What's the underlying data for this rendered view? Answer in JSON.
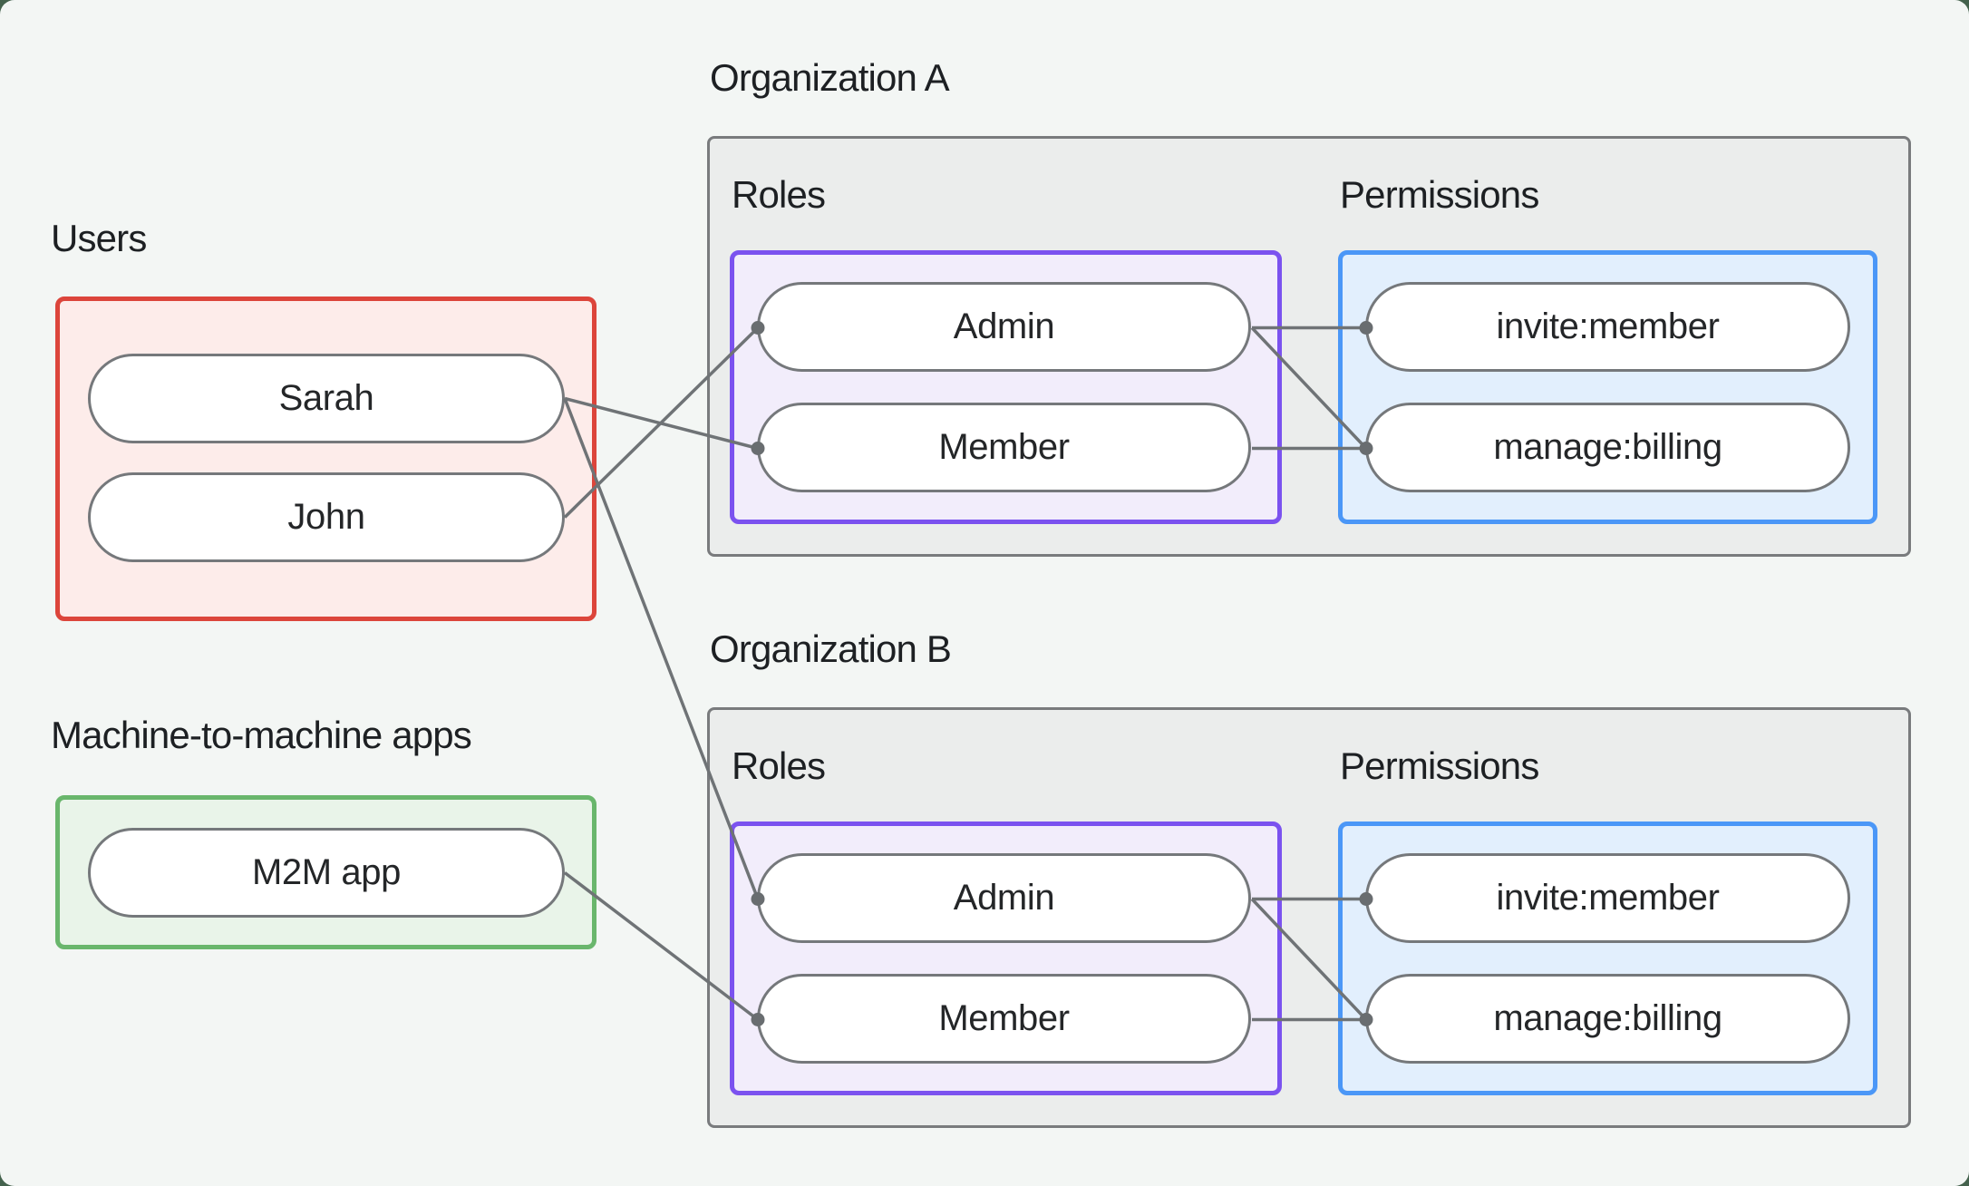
{
  "left_column": {
    "users_label": "Users",
    "users_nodes": [
      "Sarah",
      "John"
    ],
    "m2m_label": "Machine-to-machine apps",
    "m2m_nodes": [
      "M2M app"
    ]
  },
  "organizations": [
    {
      "title": "Organization A",
      "roles_label": "Roles",
      "permissions_label": "Permissions",
      "roles": [
        "Admin",
        "Member"
      ],
      "permissions": [
        "invite:member",
        "manage:billing"
      ]
    },
    {
      "title": "Organization B",
      "roles_label": "Roles",
      "permissions_label": "Permissions",
      "roles": [
        "Admin",
        "Member"
      ],
      "permissions": [
        "invite:member",
        "manage:billing"
      ]
    }
  ],
  "edges": [
    {
      "from": "Sarah",
      "to": "Organization A / Member"
    },
    {
      "from": "John",
      "to": "Organization A / Admin"
    },
    {
      "from": "Sarah",
      "to": "Organization B / Admin"
    },
    {
      "from": "M2M app",
      "to": "Organization B / Member"
    },
    {
      "from": "Organization A / Admin",
      "to": "Organization A / invite:member"
    },
    {
      "from": "Organization A / Admin",
      "to": "Organization A / manage:billing"
    },
    {
      "from": "Organization A / Member",
      "to": "Organization A / manage:billing"
    },
    {
      "from": "Organization B / Admin",
      "to": "Organization B / invite:member"
    },
    {
      "from": "Organization B / Admin",
      "to": "Organization B / manage:billing"
    },
    {
      "from": "Organization B / Member",
      "to": "Organization B / manage:billing"
    }
  ],
  "colors": {
    "outer_background": "#44624d",
    "panel_background": "#f3f6f4",
    "org_box_fill": "#ebedec",
    "org_box_border": "#797b7d",
    "users_fill": "#fdecea",
    "users_border": "#dc453b",
    "m2m_fill": "#e9f4e9",
    "m2m_border": "#69b66c",
    "roles_fill": "#f2edfb",
    "roles_border": "#7b52ef",
    "permissions_fill": "#e2effd",
    "permissions_border": "#4b97f7",
    "node_fill": "#ffffff",
    "node_border": "#75787b",
    "edge_line": "#6f7376",
    "text": "#1d2023"
  }
}
